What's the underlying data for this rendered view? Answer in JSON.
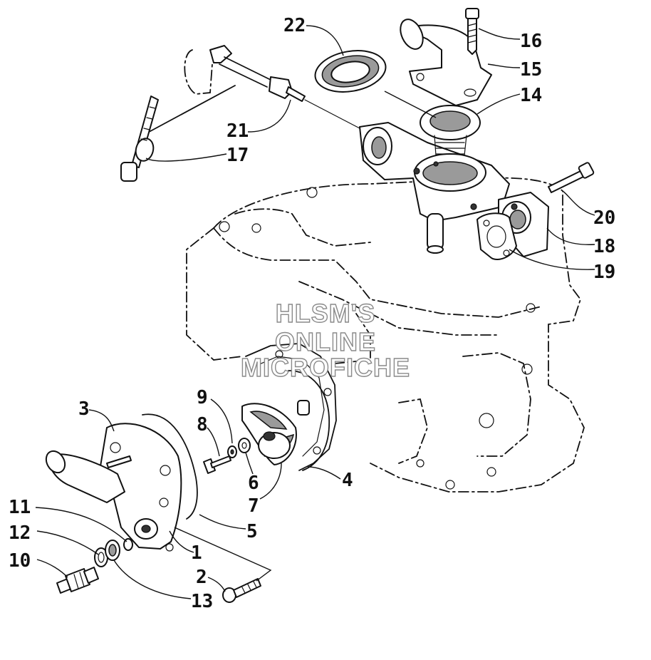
{
  "diagram": {
    "callouts": [
      {
        "id": "c1",
        "text": "1"
      },
      {
        "id": "c2",
        "text": "2"
      },
      {
        "id": "c3",
        "text": "3"
      },
      {
        "id": "c4",
        "text": "4"
      },
      {
        "id": "c5",
        "text": "5"
      },
      {
        "id": "c6",
        "text": "6"
      },
      {
        "id": "c7",
        "text": "7"
      },
      {
        "id": "c8",
        "text": "8"
      },
      {
        "id": "c9",
        "text": "9"
      },
      {
        "id": "c10",
        "text": "10"
      },
      {
        "id": "c11",
        "text": "11"
      },
      {
        "id": "c12",
        "text": "12"
      },
      {
        "id": "c13",
        "text": "13"
      },
      {
        "id": "c14",
        "text": "14"
      },
      {
        "id": "c15",
        "text": "15"
      },
      {
        "id": "c16",
        "text": "16"
      },
      {
        "id": "c17",
        "text": "17"
      },
      {
        "id": "c18",
        "text": "18"
      },
      {
        "id": "c19",
        "text": "19"
      },
      {
        "id": "c20",
        "text": "20"
      },
      {
        "id": "c21",
        "text": "21"
      },
      {
        "id": "c22",
        "text": "22"
      }
    ],
    "watermark": {
      "line1": "HLSM'S",
      "line2": "ONLINE",
      "line3": "MICROFICHE"
    }
  }
}
